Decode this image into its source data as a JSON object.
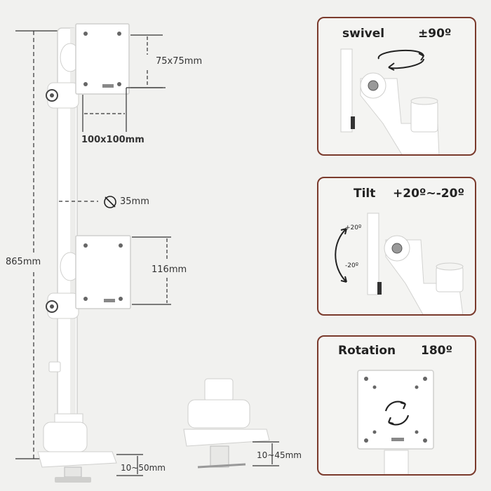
{
  "dimensions": {
    "height": "865mm",
    "vesa_small": "75x75mm",
    "vesa_large": "100x100mm",
    "pole": "35mm",
    "arm_gap": "116mm",
    "clamp_thickness": "10~50mm",
    "clamp_depth": "10~45mm"
  },
  "panels": {
    "swivel": {
      "label": "swivel",
      "value": "±90º"
    },
    "tilt": {
      "label": "Tilt",
      "value": "+20º~-20º",
      "up": "+20º",
      "down": "-20º"
    },
    "rotation": {
      "label": "Rotation",
      "value": "180º"
    }
  },
  "colors": {
    "panel_border": "#7a3a2c",
    "mount_white": "#ffffff",
    "shadow": "#d7d7d5",
    "arrow": "#222222"
  }
}
